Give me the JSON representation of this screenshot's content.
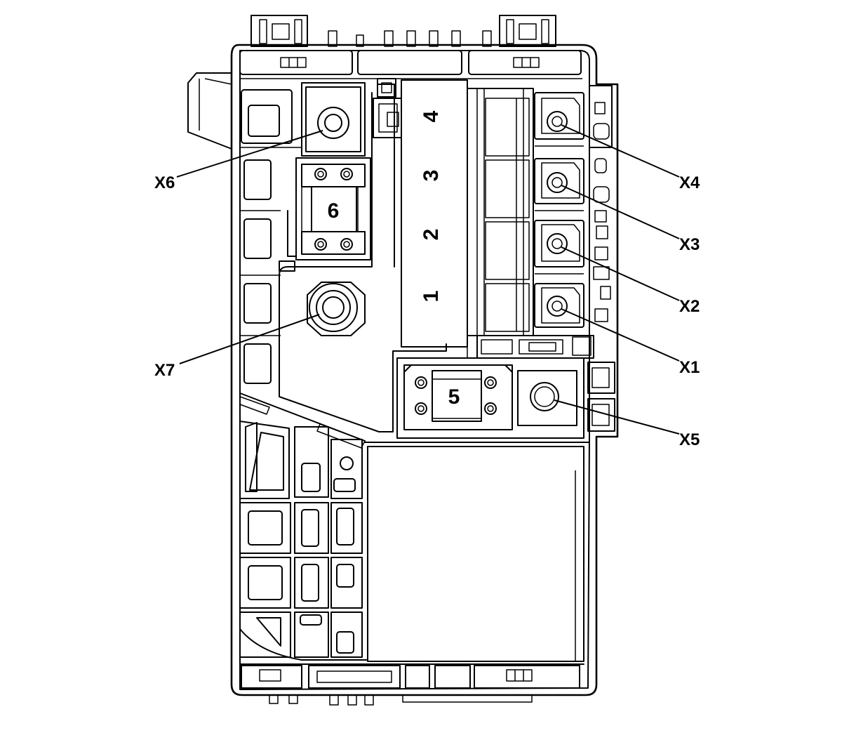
{
  "diagram": {
    "callouts": [
      {
        "key": "x6",
        "label": "X6"
      },
      {
        "key": "x7",
        "label": "X7"
      },
      {
        "key": "x4",
        "label": "X4"
      },
      {
        "key": "x3",
        "label": "X3"
      },
      {
        "key": "x2",
        "label": "X2"
      },
      {
        "key": "x1",
        "label": "X1"
      },
      {
        "key": "x5",
        "label": "X5"
      }
    ],
    "module_numbers": {
      "m1": "1",
      "m2": "2",
      "m3": "3",
      "m4": "4",
      "m5": "5",
      "m6": "6"
    }
  }
}
